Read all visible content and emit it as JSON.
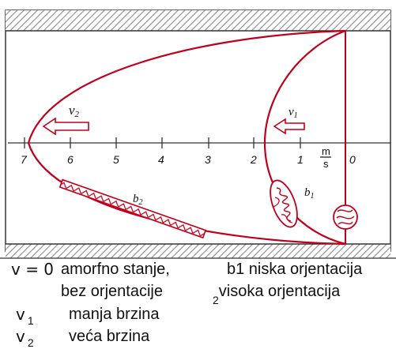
{
  "diagram": {
    "axis_ticks": [
      "7",
      "6",
      "5",
      "4",
      "3",
      "2",
      "1",
      "0"
    ],
    "axis_unit_top": "m",
    "axis_unit_bottom": "s",
    "labels": {
      "v2": "v",
      "v2_sub": "2",
      "v1": "v",
      "v1_sub": "1",
      "b2": "b",
      "b2_sub": "2",
      "b1": "b",
      "b1_sub": "1"
    },
    "colors": {
      "curve": "#c0001a",
      "frame": "#333333",
      "hatch": "#8a8a8a",
      "text": "#111111"
    }
  },
  "legend": {
    "row1_symbol": "v = 0",
    "row1_text": "amorfno stanje,",
    "row1_right": "b1 niska orjentacija",
    "row2_text": "bez orjentacije",
    "row2_right_sub": "2",
    "row2_right": "visoka orjentacija",
    "row3_symbol": "v",
    "row3_sub": "1",
    "row3_text": "manja brzina",
    "row4_symbol": "v",
    "row4_sub": "2",
    "row4_text": "veća brzina"
  }
}
